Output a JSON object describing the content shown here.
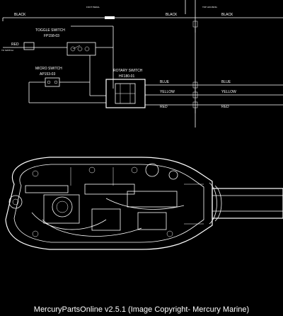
{
  "footer": {
    "caption": "MercuryPartsOnline v2.5.1 (Image Copyright- Mercury Marine)"
  },
  "schematic": {
    "foot_pedal": "FOOT PEDAL",
    "top_housing": "TOP HOUSING",
    "black_left": "BLACK",
    "black_right": "BLACK",
    "red_left": "RED",
    "toggle_switch_name": "TOGGLE SWITCH",
    "toggle_switch_part": "FP158-03",
    "micro_switch_name": "MICRO SWITCH",
    "micro_switch_part": "AP153-03",
    "rotary_switch_name": "ROTARY SWITCH",
    "rotary_switch_part": "HF180-01",
    "blue_left": "BLUE",
    "blue_right": "BLUE",
    "yellow_left": "YELLOW",
    "yellow_right": "YELLOW",
    "red_mid": "RED",
    "red_right": "RED"
  }
}
